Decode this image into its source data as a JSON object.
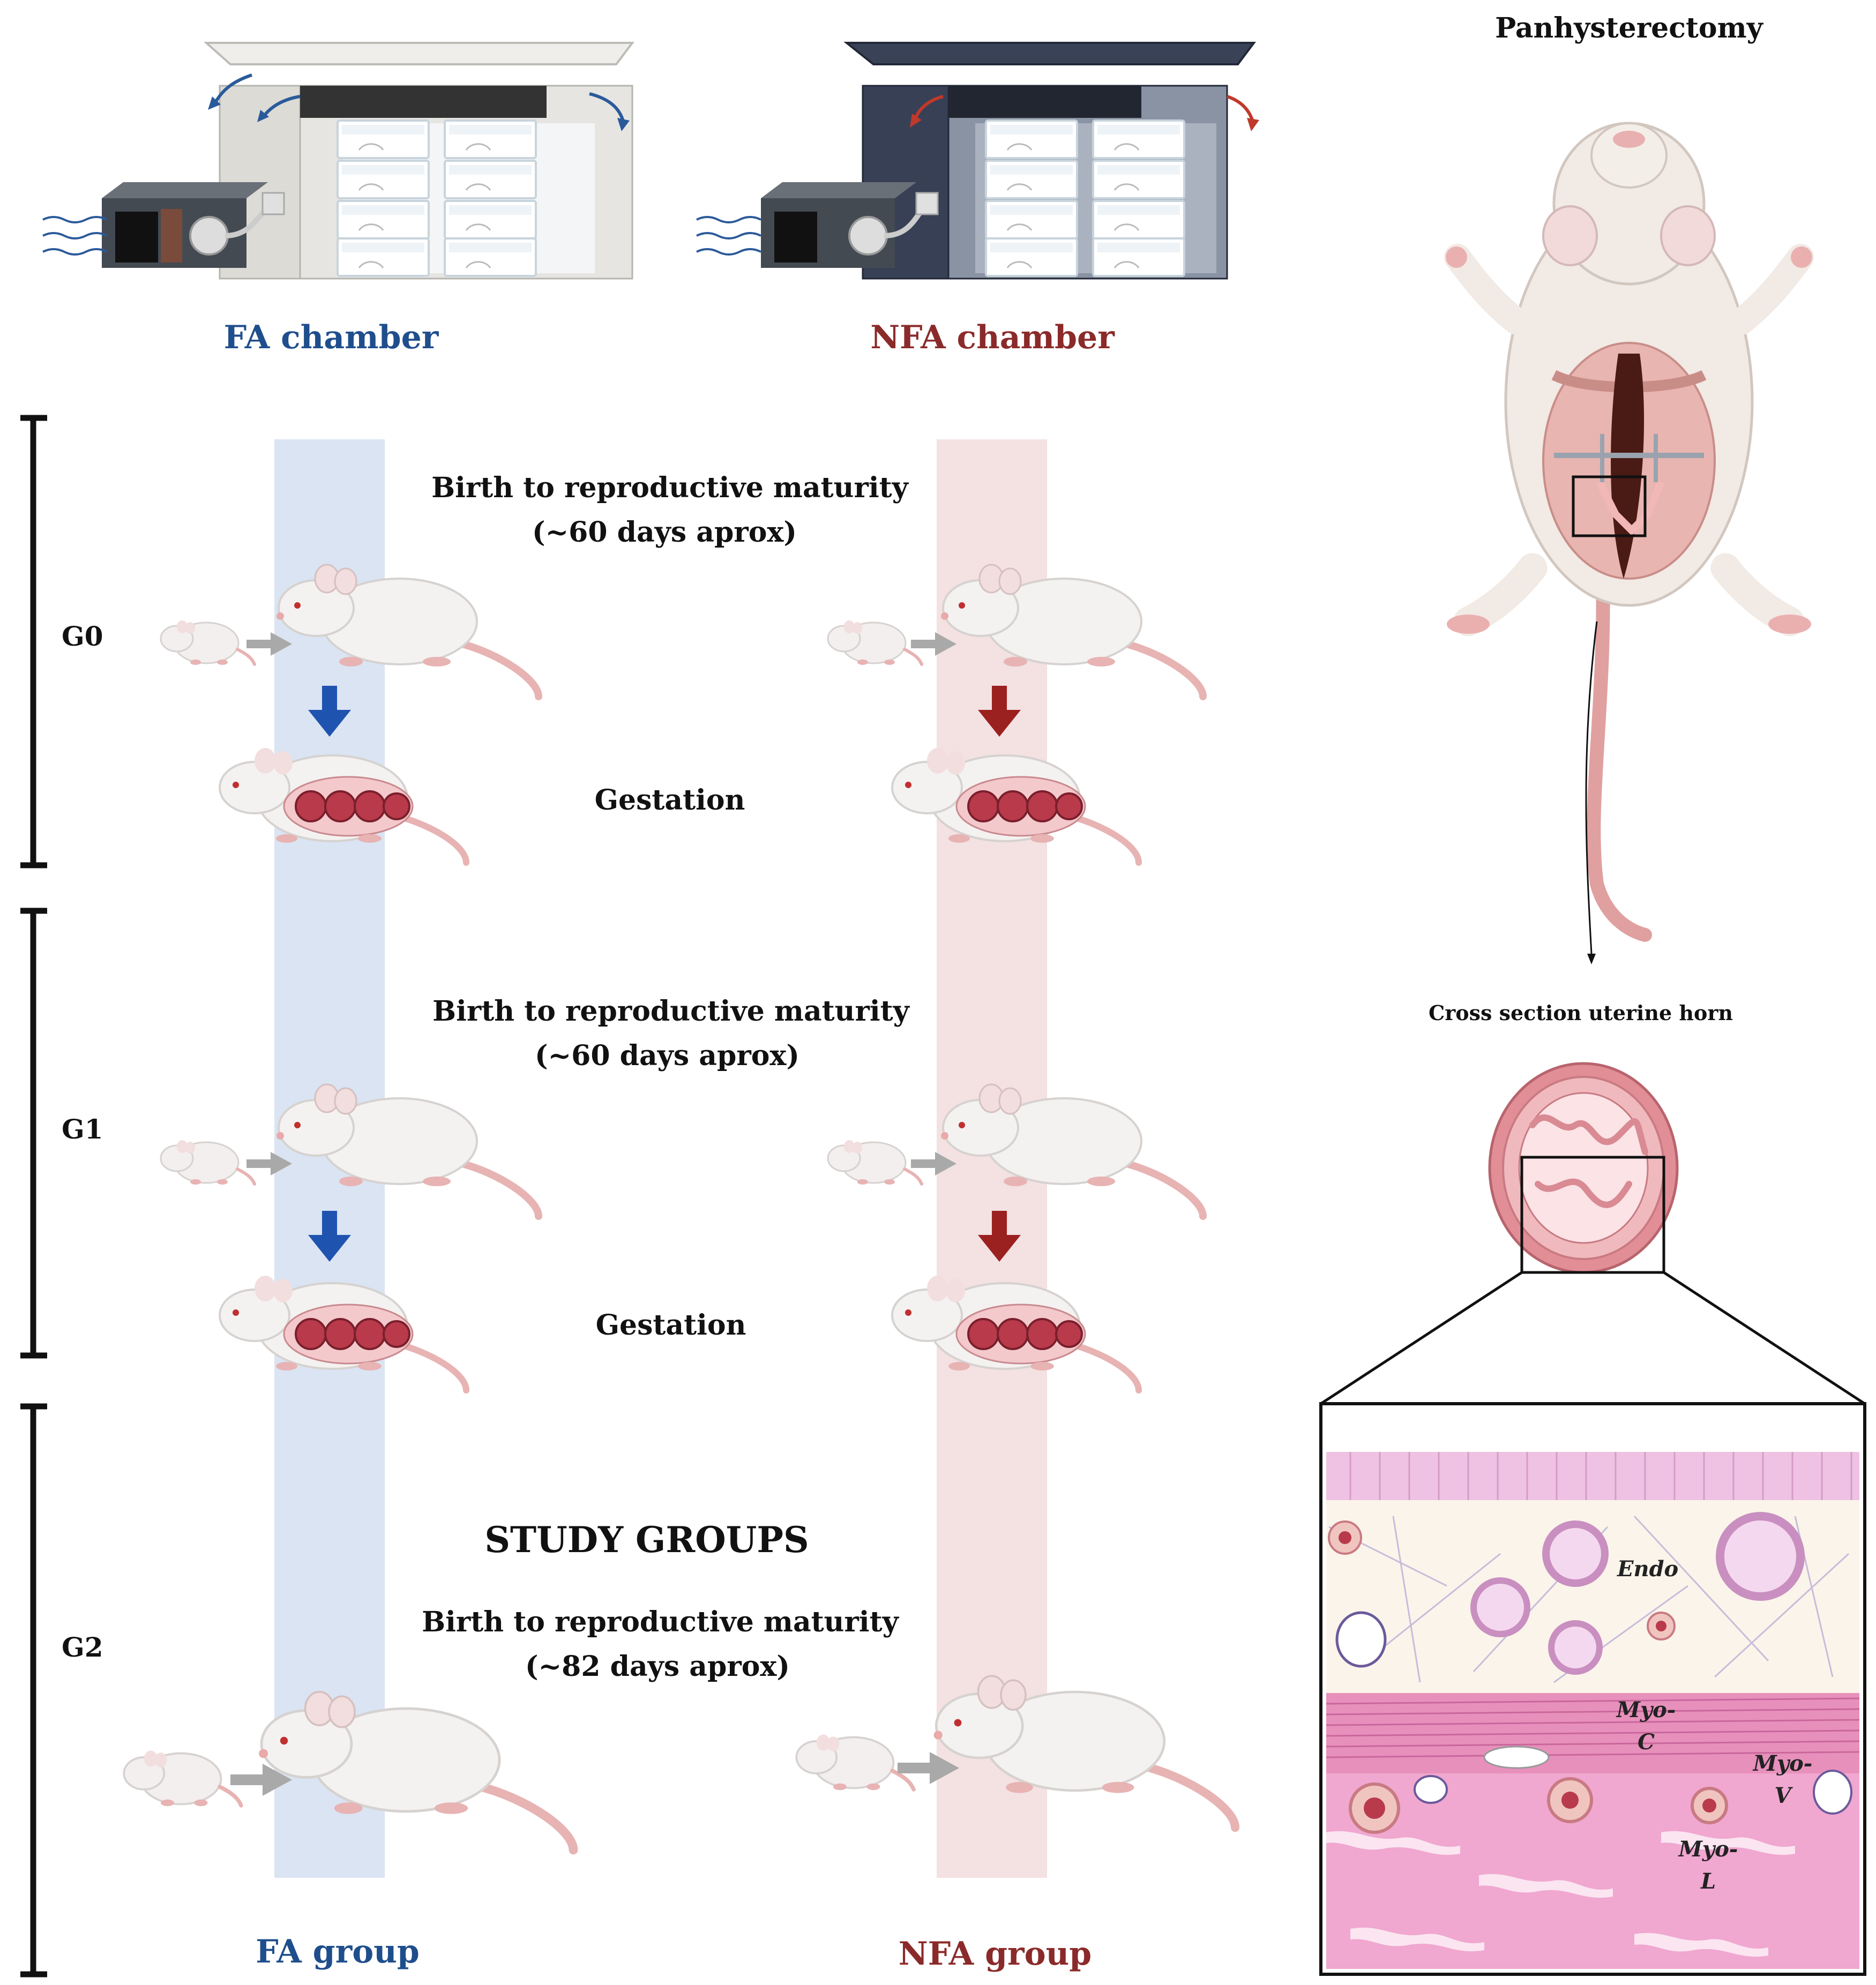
{
  "chambers": {
    "fa_label": "FA chamber",
    "nfa_label": "NFA chamber"
  },
  "generations": {
    "g0": "G0",
    "g1": "G1",
    "g2": "G2"
  },
  "stages": {
    "g0_period_line1": "Birth to reproductive maturity",
    "g0_period_line2": "(~60 days aprox)",
    "g0_gestation": "Gestation",
    "g1_period_line1": "Birth to reproductive maturity",
    "g1_period_line2": "(~60 days aprox)",
    "g1_gestation": "Gestation",
    "study_groups": "STUDY GROUPS",
    "g2_period_line1": "Birth to reproductive maturity",
    "g2_period_line2": "(~82 days aprox)"
  },
  "groups": {
    "fa_group": "FA group",
    "nfa_group": "NFA group"
  },
  "procedure": {
    "title": "Panhysterectomy",
    "cross_section": "Cross section uterine horn"
  },
  "histology": {
    "endo": "Endo",
    "myo_c_1": "Myo-",
    "myo_c_2": "C",
    "myo_v_1": "Myo-",
    "myo_v_2": "V",
    "myo_l_1": "Myo-",
    "myo_l_2": "L"
  },
  "colors": {
    "fa_blue": "#1f4e8c",
    "nfa_red": "#8b2a2a",
    "fa_band": "#dae4f3",
    "nfa_band": "#f4e1e2",
    "arrow_blue": "#1f53b0",
    "arrow_red": "#9b2020"
  }
}
